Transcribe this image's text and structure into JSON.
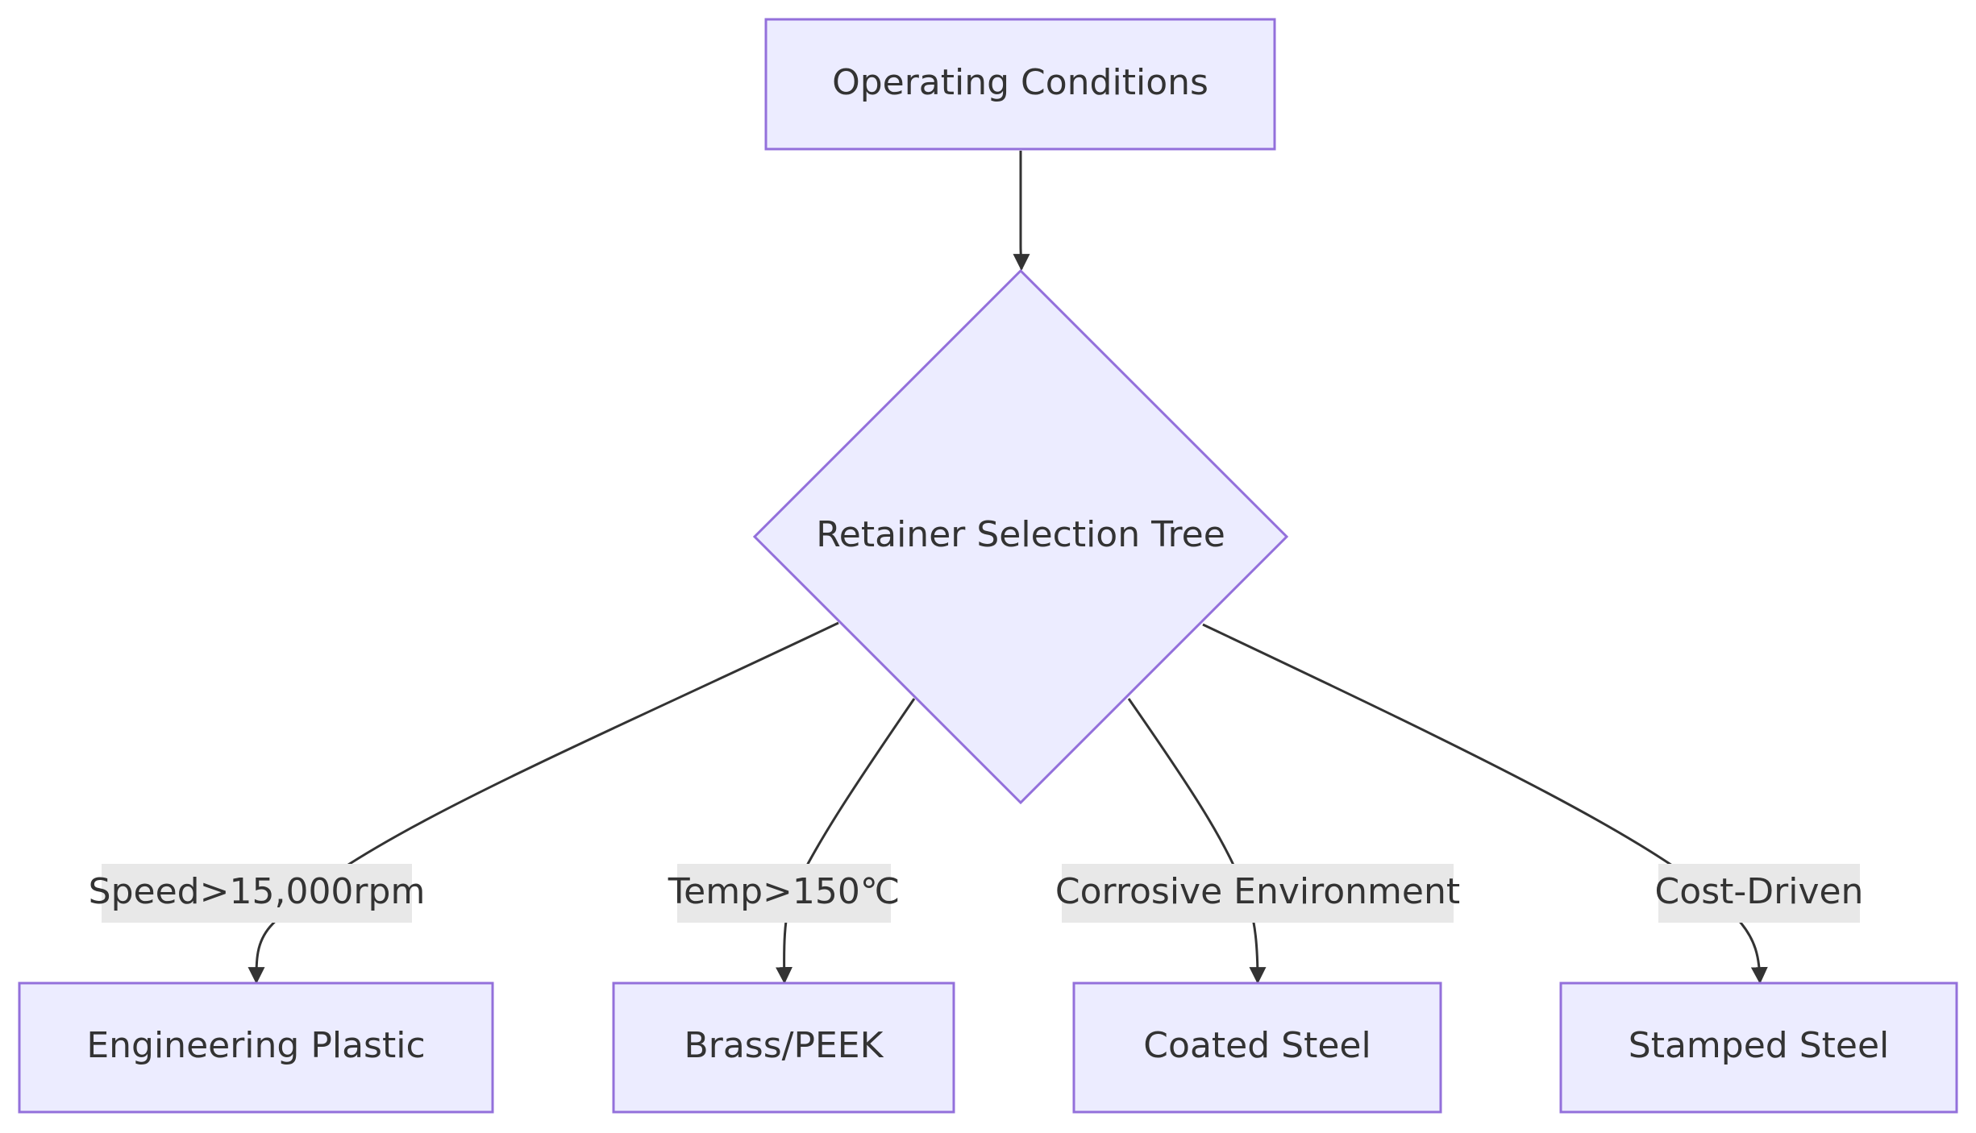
{
  "diagram": {
    "root": {
      "label": "Operating Conditions"
    },
    "decision": {
      "label": "Retainer Selection Tree"
    },
    "outcomes": [
      {
        "label": "Engineering Plastic",
        "edge_label": "Speed>15,000rpm"
      },
      {
        "label": "Brass/PEEK",
        "edge_label": "Temp>150℃"
      },
      {
        "label": "Coated Steel",
        "edge_label": "Corrosive Environment"
      },
      {
        "label": "Stamped Steel",
        "edge_label": "Cost-Driven"
      }
    ]
  },
  "colors": {
    "node_fill": "#ECECFF",
    "node_stroke": "#9370DB",
    "edge": "#333333",
    "label_bg": "#E8E8E8",
    "text": "#333333"
  }
}
